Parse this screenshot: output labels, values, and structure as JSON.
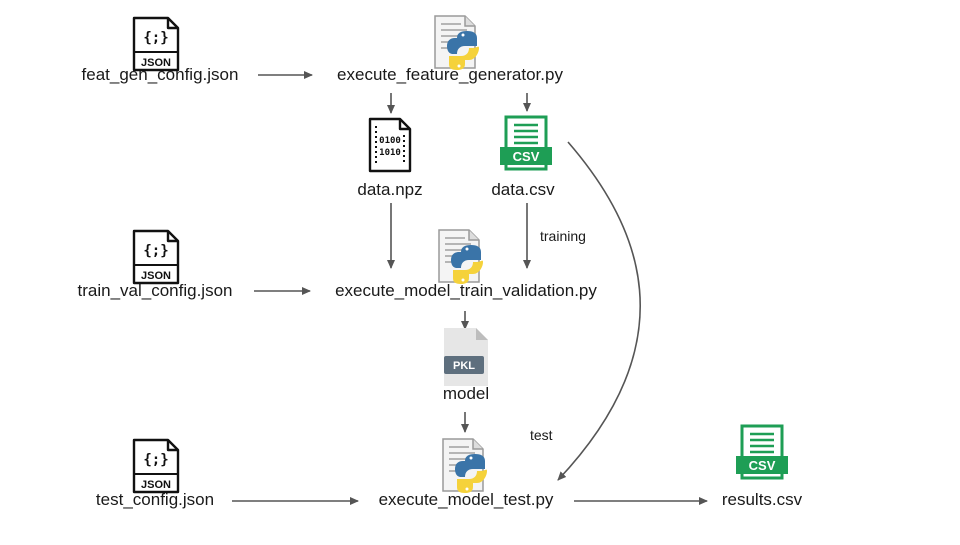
{
  "nodes": {
    "feat_gen_config": "feat_gen_config.json",
    "execute_feature_generator": "execute_feature_generator.py",
    "data_npz": "data.npz",
    "data_csv": "data.csv",
    "train_val_config": "train_val_config.json",
    "execute_model_train_validation": "execute_model_train_validation.py",
    "model": "model",
    "test_config": "test_config.json",
    "execute_model_test": "execute_model_test.py",
    "results_csv": "results.csv"
  },
  "edge_labels": {
    "training": "training",
    "test": "test"
  },
  "icons": {
    "json": {
      "name": "json-file-icon",
      "symbol": "{;}",
      "tag": "JSON"
    },
    "python": {
      "name": "python-file-icon"
    },
    "binary": {
      "name": "binary-file-icon",
      "line1": "0100",
      "line2": "1010"
    },
    "csv": {
      "name": "csv-file-icon",
      "tag": "CSV",
      "color": "#1e9e55"
    },
    "pkl": {
      "name": "pkl-file-icon",
      "tag": "PKL",
      "color": "#5e6f7e"
    }
  },
  "colors": {
    "arrow": "#555555",
    "python_blue": "#3a74a8",
    "python_yellow": "#f5d23b"
  }
}
